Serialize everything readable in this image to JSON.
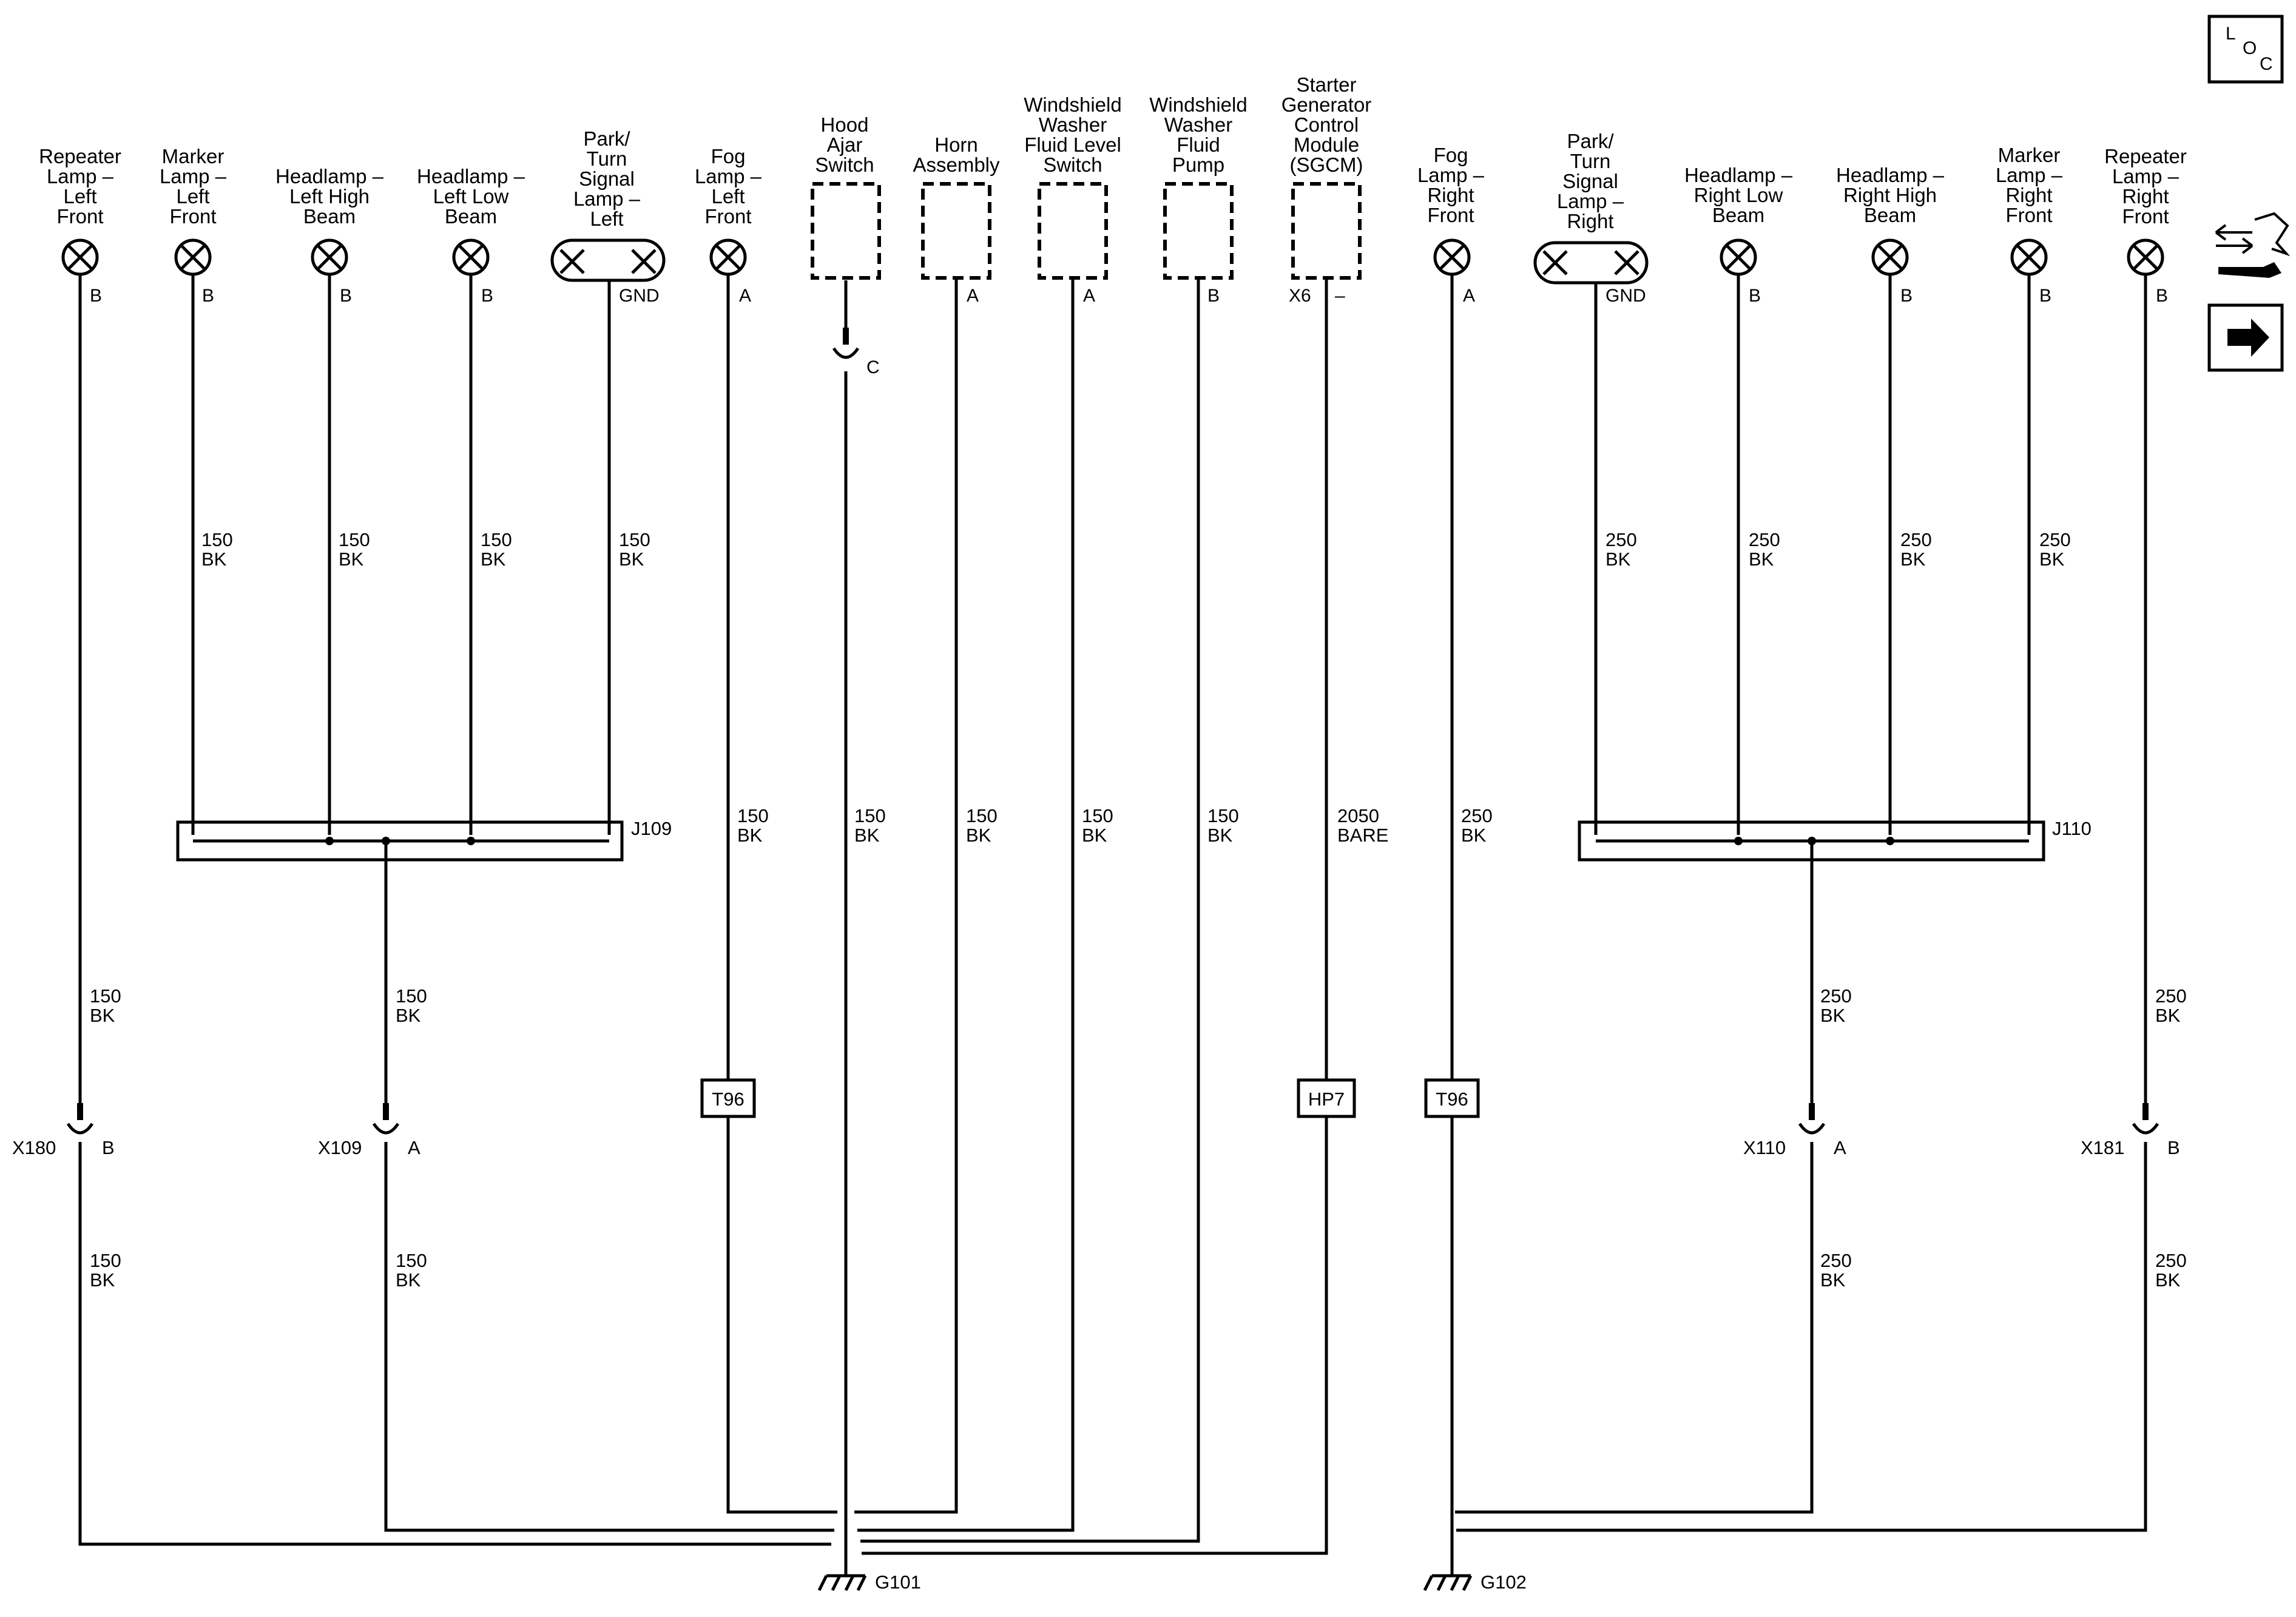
{
  "components_left": [
    {
      "id": "repeater-lamp-left-front",
      "name": "Repeater\nLamp –\nLeft\nFront",
      "pin": "B"
    },
    {
      "id": "marker-lamp-left-front",
      "name": "Marker\nLamp –\nLeft\nFront",
      "pin": "B"
    },
    {
      "id": "headlamp-left-high-beam",
      "name": "Headlamp –\nLeft High\nBeam",
      "pin": "B"
    },
    {
      "id": "headlamp-left-low-beam",
      "name": "Headlamp –\nLeft Low\nBeam",
      "pin": "B"
    },
    {
      "id": "park-turn-signal-lamp-left",
      "name": "Park/\nTurn\nSignal\nLamp –\nLeft",
      "pin": "GND"
    },
    {
      "id": "fog-lamp-left-front",
      "name": "Fog\nLamp –\nLeft\nFront",
      "pin": "A"
    },
    {
      "id": "hood-ajar-switch",
      "name": "Hood\nAjar\nSwitch",
      "pin": "C"
    },
    {
      "id": "horn-assembly",
      "name": "Horn\nAssembly",
      "pin": "A"
    },
    {
      "id": "windshield-washer-fluid-level-switch",
      "name": "Windshield\nWasher\nFluid Level\nSwitch",
      "pin": "A"
    },
    {
      "id": "windshield-washer-fluid-pump",
      "name": "Windshield\nWasher\nFluid\nPump",
      "pin": "B"
    },
    {
      "id": "starter-generator-control-module",
      "name": "Starter\nGenerator\nControl\nModule\n(SGCM)",
      "pin": "X6",
      "pin_suffix": "–"
    }
  ],
  "components_right": [
    {
      "id": "fog-lamp-right-front",
      "name": "Fog\nLamp –\nRight\nFront",
      "pin": "A"
    },
    {
      "id": "park-turn-signal-lamp-right",
      "name": "Park/\nTurn\nSignal\nLamp –\nRight",
      "pin": "GND"
    },
    {
      "id": "headlamp-right-low-beam",
      "name": "Headlamp –\nRight Low\nBeam",
      "pin": "B"
    },
    {
      "id": "headlamp-right-high-beam",
      "name": "Headlamp –\nRight High\nBeam",
      "pin": "B"
    },
    {
      "id": "marker-lamp-right-front",
      "name": "Marker\nLamp –\nRight\nFront",
      "pin": "B"
    },
    {
      "id": "repeater-lamp-right-front",
      "name": "Repeater\nLamp –\nRight\nFront",
      "pin": "B"
    }
  ],
  "wire_labels": {
    "w150bk": [
      "150",
      "BK"
    ],
    "w250bk": [
      "250",
      "BK"
    ],
    "w2050bare": [
      "2050",
      "BARE"
    ]
  },
  "splices": {
    "left": "J109",
    "right": "J110"
  },
  "connectors": [
    {
      "ref": "X180",
      "pin": "B"
    },
    {
      "ref": "X109",
      "pin": "A"
    },
    {
      "ref": "X110",
      "pin": "A"
    },
    {
      "ref": "X181",
      "pin": "B"
    }
  ],
  "inline_tags": [
    "T96",
    "HP7",
    "T96"
  ],
  "grounds": {
    "left": "G101",
    "right": "G102"
  },
  "loc_icon": {
    "letters": [
      "L",
      "O",
      "C"
    ]
  },
  "side_icons": [
    "schematic-reference-icon",
    "next-page-arrow-icon"
  ]
}
